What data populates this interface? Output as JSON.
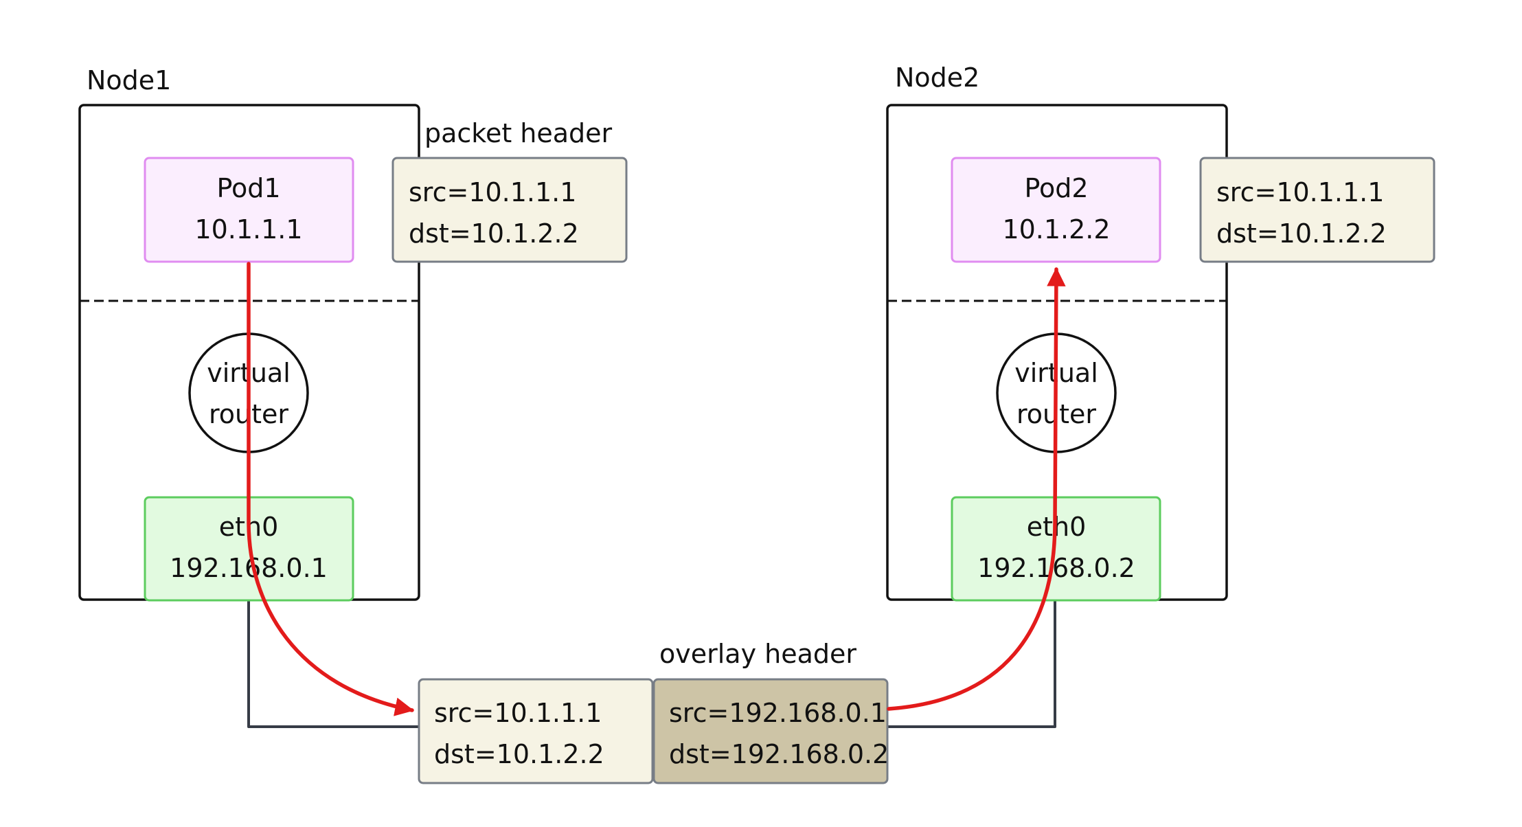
{
  "node1": {
    "title": "Node1",
    "pod": {
      "name": "Pod1",
      "ip": "10.1.1.1"
    },
    "router": {
      "line1": "virtual",
      "line2": "router"
    },
    "eth": {
      "name": "eth0",
      "ip": "192.168.0.1"
    }
  },
  "node2": {
    "title": "Node2",
    "pod": {
      "name": "Pod2",
      "ip": "10.1.2.2"
    },
    "router": {
      "line1": "virtual",
      "line2": "router"
    },
    "eth": {
      "name": "eth0",
      "ip": "192.168.0.2"
    }
  },
  "packet_header": {
    "label": "packet header",
    "src": "src=10.1.1.1",
    "dst": "dst=10.1.2.2"
  },
  "packet_header_node2": {
    "src": "src=10.1.1.1",
    "dst": "dst=10.1.2.2"
  },
  "overlay": {
    "label": "overlay header",
    "inner_src": "src=10.1.1.1",
    "inner_dst": "dst=10.1.2.2",
    "outer_src": "src=192.168.0.1",
    "outer_dst": "dst=192.168.0.2"
  },
  "colors": {
    "pod_fill": "#fbeefe",
    "pod_stroke": "#e08cf0",
    "eth_fill": "#e2fae0",
    "eth_stroke": "#5ccc5e",
    "header_fill": "#f6f3e4",
    "header_stroke": "#777d86",
    "overlay_fill": "#cdc4a6",
    "arrow": "#e31b1b",
    "wire": "#363c46"
  }
}
